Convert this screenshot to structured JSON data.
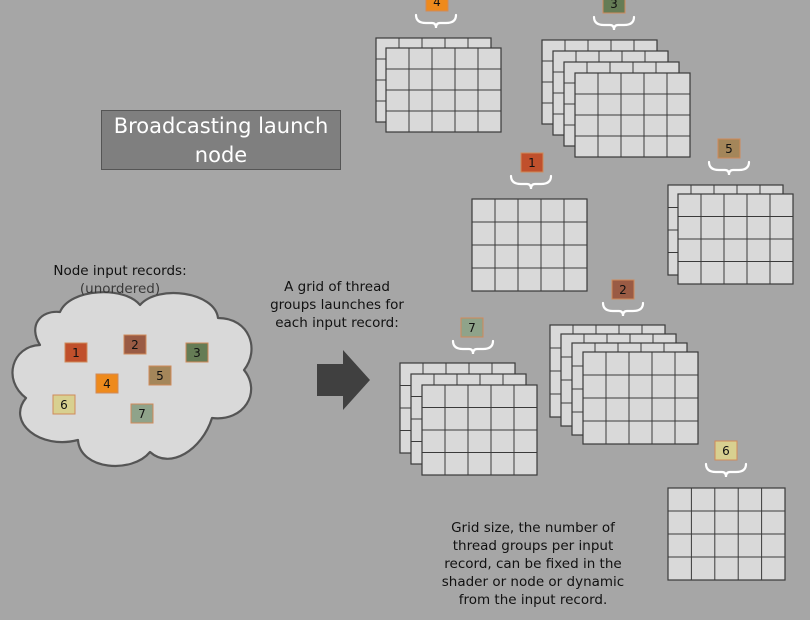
{
  "title": "Broadcasting launch node",
  "records_heading": "Node input records:",
  "records_subheading": "(unordered)",
  "launch_caption": "A grid of thread groups launches for each input record:",
  "footer_caption": "Grid size, the number of thread groups per input record, can be fixed in the shader or node or dynamic from the input record.",
  "colors": {
    "background": "#a6a6a6",
    "title_box": "#7f7f7f",
    "cloud": "#d9d9d9",
    "cell": "#d9d9d9",
    "arrow": "#404040"
  },
  "records": [
    {
      "label": "1",
      "color": "#c0502c"
    },
    {
      "label": "2",
      "color": "#9a5b44"
    },
    {
      "label": "3",
      "color": "#657c55"
    },
    {
      "label": "4",
      "color": "#ee8a1c"
    },
    {
      "label": "5",
      "color": "#a4865a"
    },
    {
      "label": "6",
      "color": "#d8d090"
    },
    {
      "label": "7",
      "color": "#8fa38a"
    }
  ],
  "grids": [
    {
      "record": "4",
      "columns": 5,
      "rows": 4,
      "layers": 2
    },
    {
      "record": "3",
      "columns": 5,
      "rows": 4,
      "layers": 4
    },
    {
      "record": "1",
      "columns": 5,
      "rows": 4,
      "layers": 1
    },
    {
      "record": "5",
      "columns": 5,
      "rows": 4,
      "layers": 2
    },
    {
      "record": "2",
      "columns": 5,
      "rows": 4,
      "layers": 4
    },
    {
      "record": "7",
      "columns": 5,
      "rows": 4,
      "layers": 3
    },
    {
      "record": "6",
      "columns": 5,
      "rows": 4,
      "layers": 1
    }
  ]
}
